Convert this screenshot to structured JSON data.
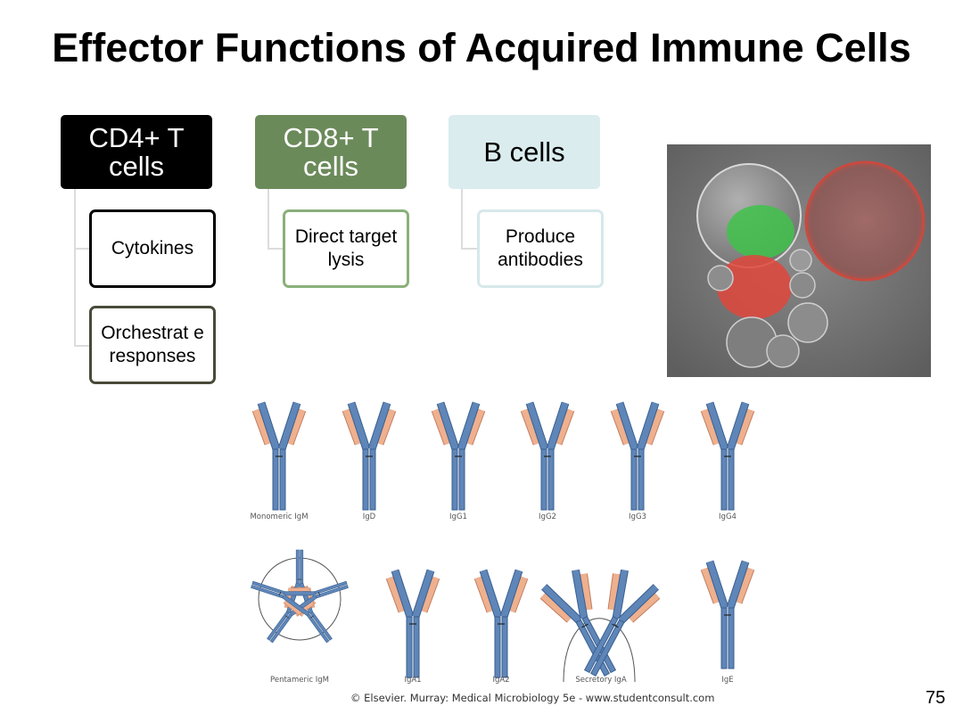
{
  "title": "Effector Functions of Acquired Immune Cells",
  "columns": [
    {
      "header": "CD4+ T cells",
      "header_bg": "#000000",
      "header_fg": "#ffffff",
      "items": [
        {
          "label": "Cytokines",
          "border": "#000000"
        },
        {
          "label": "Orchestrat e responses",
          "border": "#4a4a3a"
        }
      ]
    },
    {
      "header": "CD8+ T cells",
      "header_bg": "#6b8a5a",
      "header_fg": "#ffffff",
      "items": [
        {
          "label": "Direct target lysis",
          "border": "#8ab07a"
        }
      ]
    },
    {
      "header": "B cells",
      "header_bg": "#daecee",
      "header_fg": "#000000",
      "items": [
        {
          "label": "Produce antibodies",
          "border": "#d6e8ea"
        }
      ]
    }
  ],
  "antibody_labels": {
    "row1": [
      "Monomeric IgM",
      "IgD",
      "IgG1",
      "IgG2",
      "IgG3",
      "IgG4"
    ],
    "row2": [
      "Pentameric IgM",
      "IgA1",
      "IgA2",
      "Secretory IgA",
      "IgE"
    ]
  },
  "colors": {
    "heavy_chain": "#5f86b8",
    "light_chain": "#efb08e"
  },
  "credit": "© Elsevier. Murray: Medical Microbiology 5e - www.studentconsult.com",
  "page_number": "75"
}
